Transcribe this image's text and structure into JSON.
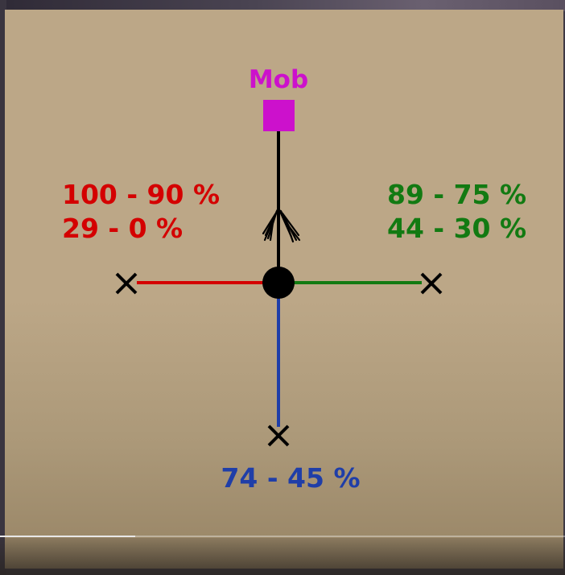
{
  "diagram": {
    "mob_label": "Mob",
    "left_zone": {
      "line1": "100 - 90 %",
      "line2": "29 - 0 %"
    },
    "right_zone": {
      "line1": "89 - 75 %",
      "line2": "44 - 30 %"
    },
    "bottom_zone": {
      "line1": "74 - 45 %"
    }
  },
  "colors": {
    "mob": "#cc11cc",
    "left": "#d40000",
    "right": "#127a12",
    "bottom": "#1f3ea8",
    "panel": "#bca787"
  },
  "video": {
    "progress": 0.24
  }
}
